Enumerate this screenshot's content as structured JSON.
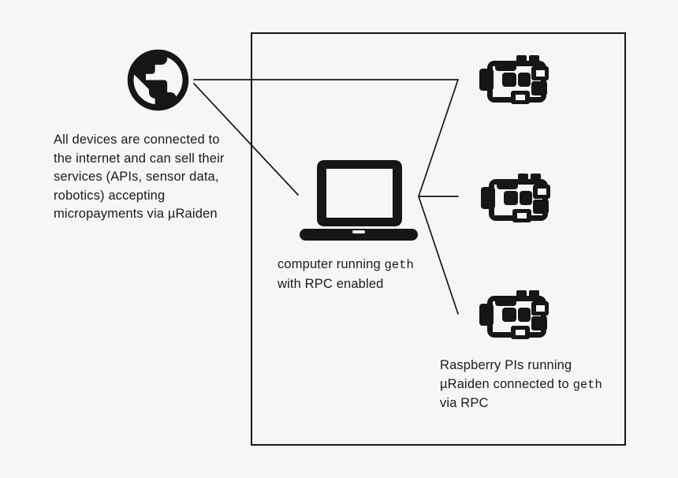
{
  "colors": {
    "background": "#f6f6f6",
    "ink": "#161616"
  },
  "internet_note": {
    "lines": [
      "All devices are connected to",
      "the internet and can sell their",
      "services (APIs, sensor data,",
      "robotics) accepting",
      "micropayments via µRaiden"
    ]
  },
  "computer_label": {
    "line1_text": "computer running ",
    "line1_code": "geth",
    "line2": "with RPC enabled"
  },
  "raspberry_label": {
    "line1": "Raspberry PIs running",
    "line2_text": "µRaiden connected to ",
    "line2_code": "geth",
    "line3": "via RPC"
  },
  "icons": {
    "globe": "globe-internet-icon",
    "laptop": "laptop-computer-icon",
    "raspberry_pi": "raspberry-pi-board-icon"
  }
}
